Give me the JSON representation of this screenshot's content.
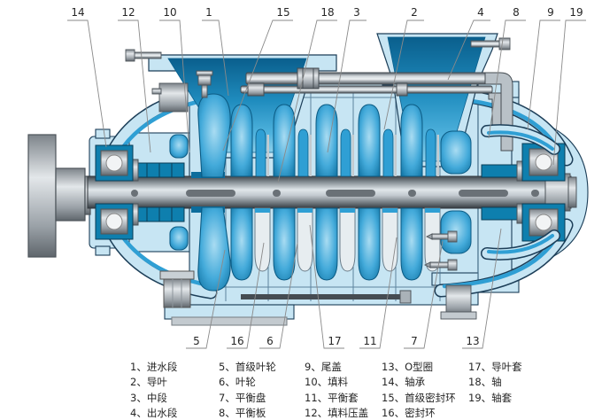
{
  "figure": {
    "title": "multistage-centrifugal-pump-cross-section",
    "colors": {
      "casing_light_blue": "#c7e5f3",
      "mid_blue": "#2f9fd4",
      "deep_blue": "#0c6f9f",
      "teal": "#0e7fae",
      "outline_navy": "#1c3e58"
    }
  },
  "callouts": {
    "top": [
      "14",
      "12",
      "10",
      "1",
      "15",
      "18",
      "3",
      "2",
      "4",
      "8",
      "9",
      "19"
    ],
    "bottom": [
      "5",
      "16",
      "6",
      "17",
      "11",
      "7",
      "13"
    ]
  },
  "legend": {
    "columns": [
      [
        "1、进水段",
        "2、导叶",
        "3、中段",
        "4、出水段"
      ],
      [
        "5、首级叶轮",
        "6、叶轮",
        "7、平衡盘",
        "8、平衡板"
      ],
      [
        "9、尾盖",
        "10、填料",
        "11、平衡套",
        "12、填料压盖"
      ],
      [
        "13、O型圈",
        "14、轴承",
        "15、首级密封环",
        "16、密封环"
      ],
      [
        "17、导叶套",
        "18、轴",
        "19、轴套"
      ]
    ]
  }
}
